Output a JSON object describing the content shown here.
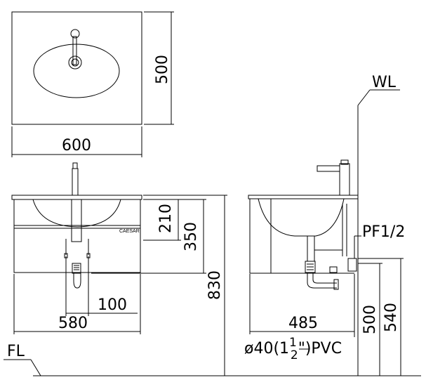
{
  "top_view": {
    "width_label": "600",
    "depth_label": "500"
  },
  "front_view": {
    "brand": "CAESAR",
    "dims": {
      "d210": "210",
      "d350": "350",
      "d830": "830",
      "d100": "100",
      "d580": "580"
    }
  },
  "side_view": {
    "wall_label": "WL",
    "trap_label": "PF1/2",
    "dims": {
      "d485": "485",
      "d500": "500",
      "d540": "540"
    },
    "pipe": {
      "prefix": "ø40(1",
      "frac_num": "1",
      "frac_den": "2",
      "suffix": "\")PVC"
    }
  },
  "floor_label": "FL"
}
